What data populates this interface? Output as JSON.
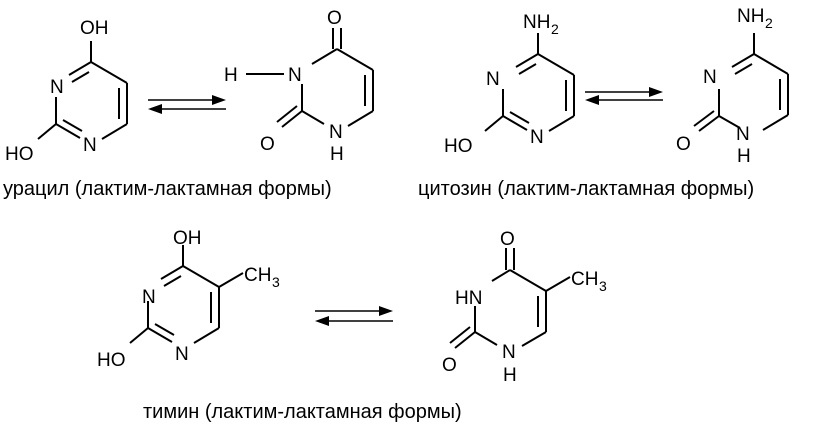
{
  "captions": {
    "uracil": "урацил (лактим-лактамная формы)",
    "cytosine": "цитозин (лактим-лактамная формы)",
    "thymine": "тимин (лактим-лактамная формы)"
  },
  "atoms": {
    "oh": "OH",
    "ho": "HO",
    "n": "N",
    "h": "H",
    "o": "O",
    "nh": "NH",
    "hn": "HN",
    "nh2_main": "NH",
    "nh2_sub": "2",
    "ch3_main": "CH",
    "ch3_sub": "3"
  }
}
